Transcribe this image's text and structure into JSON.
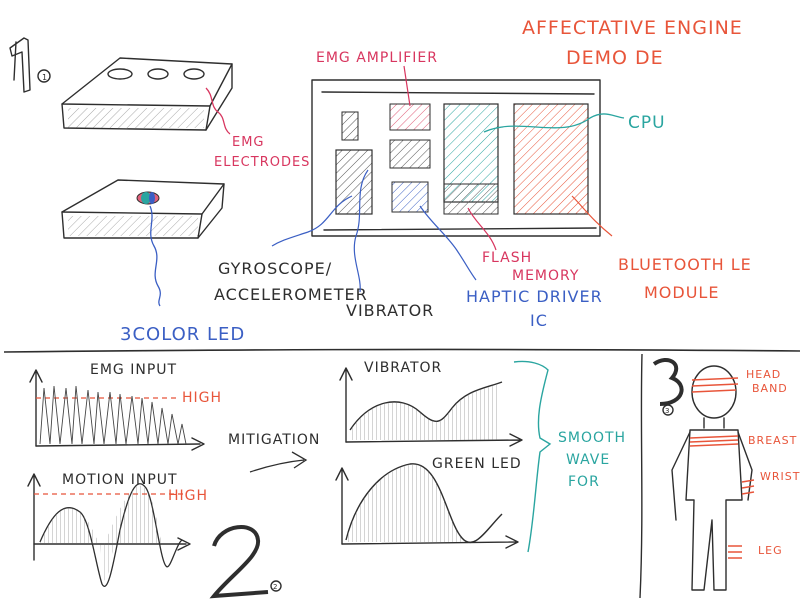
{
  "colors": {
    "ink": "#2e2e2e",
    "blue": "#3b5fc4",
    "red": "#e8553a",
    "magenta": "#d8365f",
    "teal": "#2aa5a0",
    "pink": "#e0607a"
  },
  "title": {
    "line1": "AFFECTATIVE ENGINE",
    "line2": "DEMO DE"
  },
  "section1": {
    "number": "1",
    "emg_electrodes_line1": "EMG",
    "emg_electrodes_line2": "ELECTRODES",
    "color_led": "3COLOR LED",
    "emg_amplifier": "EMG AMPLIFIER",
    "cpu": "CPU",
    "gyro_line1": "GYROSCOPE/",
    "gyro_line2": "ACCELEROMETER",
    "vibrator": "VIBRATOR",
    "haptic_line1": "HAPTIC DRIVER",
    "haptic_line2": "IC",
    "flash_line1": "FLASH",
    "flash_line2": "MEMORY",
    "ble_line1": "BLUETOOTH LE",
    "ble_line2": "MODULE"
  },
  "section2": {
    "number": "2",
    "emg_input": "EMG INPUT",
    "high_1": "HIGH",
    "motion_input": "MOTION INPUT",
    "high_2": "HIGH",
    "mitigation": "MITIGATION",
    "vibrator": "VIBRATOR",
    "green_led": "GREEN LED",
    "smooth_line1": "SMOOTH",
    "smooth_line2": "WAVE",
    "smooth_line3": "FOR"
  },
  "section3": {
    "number": "3",
    "head_line1": "HEAD",
    "head_line2": "BAND",
    "breast": "BREAST",
    "wrist": "WRIST",
    "leg": "LEG"
  }
}
